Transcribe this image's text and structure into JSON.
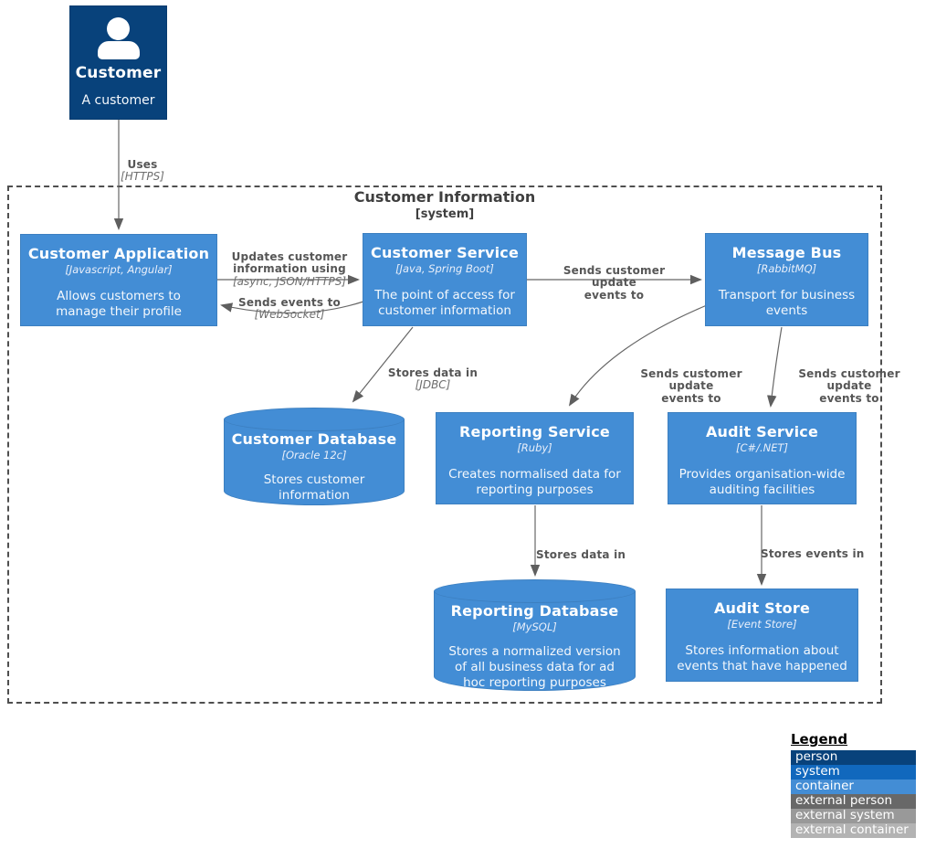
{
  "colors": {
    "person_fill": "#08427b",
    "person_border": "#073b6f",
    "container_fill": "#438dd5",
    "container_border": "#3c7fc0",
    "system_fill": "#1168bd",
    "external_person_fill": "#686868",
    "external_system_fill": "#999999",
    "external_container_fill": "#b3b3b3",
    "arrow": "#666666",
    "relationship_text": "#565656"
  },
  "person": {
    "title": "Customer",
    "desc": "A customer"
  },
  "boundary": {
    "title": "Customer Information",
    "subtitle": "[system]"
  },
  "nodes": {
    "customer_application": {
      "title": "Customer Application",
      "tech": "[Javascript, Angular]",
      "desc": "Allows customers to\nmanage their profile"
    },
    "customer_service": {
      "title": "Customer Service",
      "tech": "[Java, Spring Boot]",
      "desc": "The point of access for\ncustomer information"
    },
    "message_bus": {
      "title": "Message Bus",
      "tech": "[RabbitMQ]",
      "desc": "Transport for business\nevents"
    },
    "customer_database": {
      "title": "Customer Database",
      "tech": "[Oracle 12c]",
      "desc": "Stores customer\ninformation"
    },
    "reporting_service": {
      "title": "Reporting Service",
      "tech": "[Ruby]",
      "desc": "Creates normalised data for\nreporting purposes"
    },
    "audit_service": {
      "title": "Audit Service",
      "tech": "[C#/.NET]",
      "desc": "Provides organisation-wide\nauditing facilities"
    },
    "reporting_database": {
      "title": "Reporting Database",
      "tech": "[MySQL]",
      "desc": "Stores a normalized version\nof all business data for ad\nhoc reporting purposes"
    },
    "audit_store": {
      "title": "Audit Store",
      "tech": "[Event Store]",
      "desc": "Stores information about\nevents that have happened"
    }
  },
  "relationships": {
    "uses": {
      "label": "Uses",
      "tech": "[HTTPS]"
    },
    "updates": {
      "label": "Updates customer\ninformation using",
      "tech": "[async, JSON/HTTPS]"
    },
    "sends_events": {
      "label": "Sends events to",
      "tech": "[WebSocket]"
    },
    "sends_update_top": {
      "label": "Sends customer update\nevents to"
    },
    "stores_jdbc": {
      "label": "Stores data in",
      "tech": "[JDBC]"
    },
    "sends_update_reporting": {
      "label": "Sends customer update\nevents to"
    },
    "sends_update_audit": {
      "label": "Sends customer update\nevents to"
    },
    "stores_data": {
      "label": "Stores data in"
    },
    "stores_events": {
      "label": "Stores events in"
    }
  },
  "legend": {
    "title": "Legend",
    "items": [
      {
        "label": "person",
        "color": "#08427b"
      },
      {
        "label": "system",
        "color": "#1168bd"
      },
      {
        "label": "container",
        "color": "#438dd5"
      },
      {
        "label": "external person",
        "color": "#686868"
      },
      {
        "label": "external system",
        "color": "#999999"
      },
      {
        "label": "external container",
        "color": "#b3b3b3"
      }
    ]
  }
}
